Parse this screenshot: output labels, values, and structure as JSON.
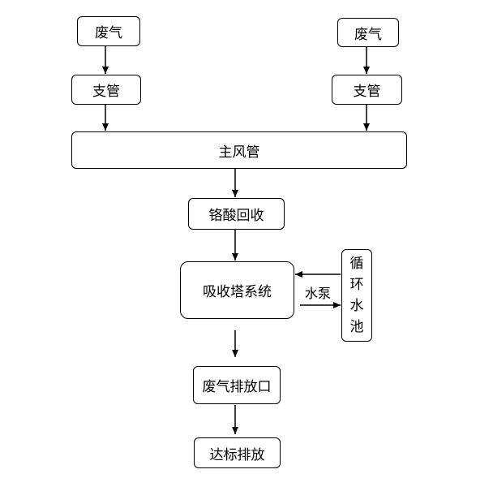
{
  "nodes": {
    "waste_gas_left": "废气",
    "waste_gas_right": "废气",
    "branch_pipe_left": "支管",
    "branch_pipe_right": "支管",
    "main_duct": "主风管",
    "chromic_acid_recovery": "铬酸回收",
    "absorption_tower": "吸收塔系统",
    "circulating_pool": [
      "循",
      "环",
      "水",
      "池"
    ],
    "exhaust_outlet": "废气排放口",
    "compliant_discharge": "达标排放"
  },
  "edge_labels": {
    "water_pump": "水泵"
  }
}
